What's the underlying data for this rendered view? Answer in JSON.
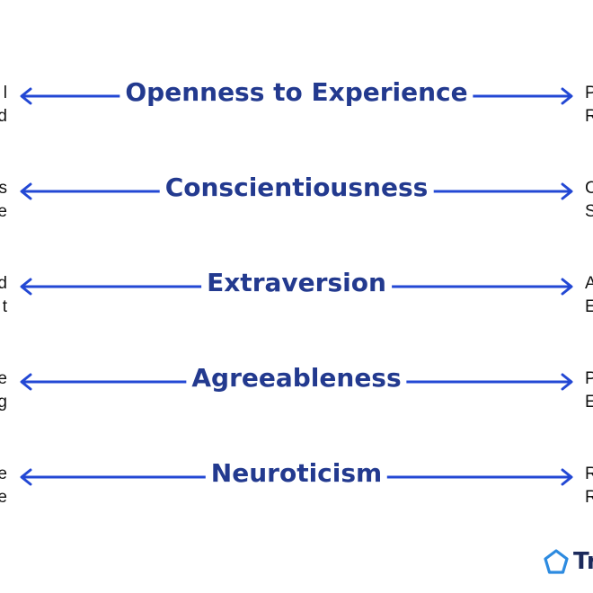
{
  "traits": [
    {
      "name": "Openness to Experience",
      "left_lines": [
        "l",
        "d"
      ],
      "right_lines": [
        "P",
        "R"
      ]
    },
    {
      "name": "Conscientiousness",
      "left_lines": [
        "s",
        "e"
      ],
      "right_lines": [
        "C",
        "S"
      ]
    },
    {
      "name": "Extraversion",
      "left_lines": [
        "d",
        "t"
      ],
      "right_lines": [
        "A",
        "E"
      ]
    },
    {
      "name": "Agreeableness",
      "left_lines": [
        "e",
        "g"
      ],
      "right_lines": [
        "P",
        "E"
      ]
    },
    {
      "name": "Neuroticism",
      "left_lines": [
        "e",
        "e"
      ],
      "right_lines": [
        "R",
        "R"
      ]
    }
  ],
  "logo": {
    "text": "Tr"
  },
  "colors": {
    "arrow": "#2348d4",
    "trait_text": "#233a8f",
    "logo_icon": "#2d8be0"
  }
}
